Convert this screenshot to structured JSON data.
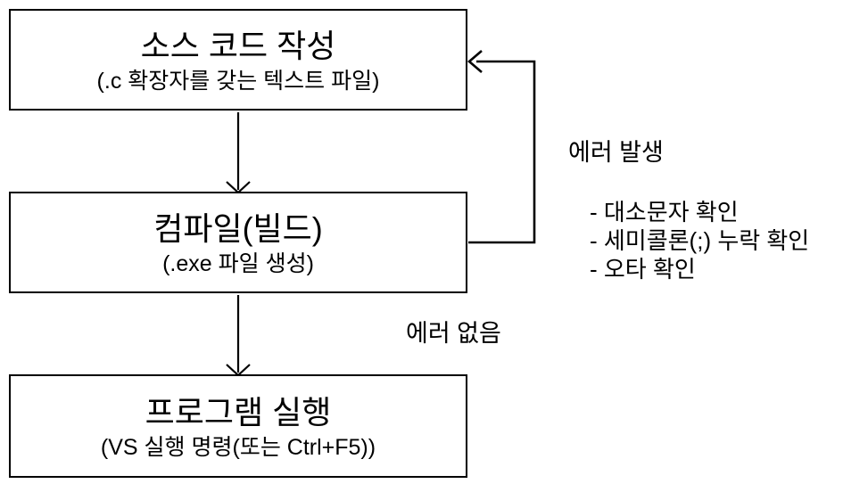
{
  "flowchart": {
    "boxes": [
      {
        "title": "소스 코드 작성",
        "subtitle": "(.c 확장자를 갖는 텍스트 파일)"
      },
      {
        "title": "컴파일(빌드)",
        "subtitle": "(.exe 파일 생성)"
      },
      {
        "title": "프로그램 실행",
        "subtitle": "(VS 실행 명령(또는 Ctrl+F5))"
      }
    ],
    "labels": {
      "error_occurs": "에러 발생",
      "error_checklist": [
        "- 대소문자 확인",
        "- 세미콜론(;) 누락 확인",
        "- 오타 확인"
      ],
      "no_error": "에러 없음"
    },
    "colors": {
      "stroke": "#000000",
      "background": "#ffffff",
      "text": "#000000"
    }
  }
}
